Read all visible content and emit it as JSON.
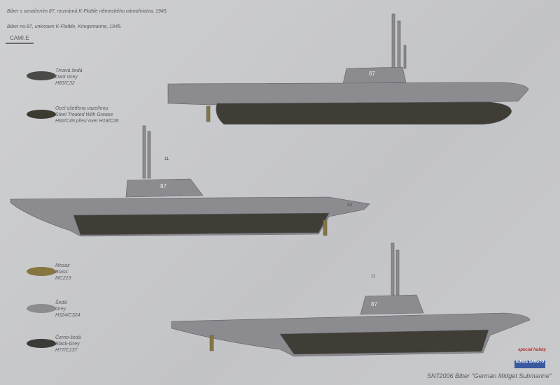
{
  "captions": {
    "czech": "Biber s označením 87, neznámá K-Flottile německého námořnictva, 1945.",
    "english": "Biber no.87, unknown K-Flottile, Kriegsmarine, 1945.",
    "camo": "CAMI.E"
  },
  "colors": [
    {
      "czech": "Tmavá šedá",
      "english": "Dark Grey",
      "code": "H83/C32",
      "hex": "#4a4a48"
    },
    {
      "czech": "Ocel ošetřena vazelínou",
      "english": "Steel Treated With Grease",
      "code": "H92/C49 přes/ over H18/C28",
      "hex": "#3d3a30"
    },
    {
      "czech": "Mosaz",
      "english": "Brass",
      "code": "MC219",
      "hex": "#857640"
    },
    {
      "czech": "Šedá",
      "english": "Grey",
      "code": "H324/C324",
      "hex": "#8c8c8e"
    },
    {
      "czech": "Černo-šedá",
      "english": "Black-Grey",
      "code": "H77/C137",
      "hex": "#3a3a36"
    }
  ],
  "markings": {
    "number": "87",
    "periscope_mark": "11",
    "stern_mark": "13"
  },
  "logos": {
    "special": "special hobby",
    "gunze": "GUNZE SANGYO"
  },
  "footer": "SN72006 Biber \"German Midget Submarine\""
}
